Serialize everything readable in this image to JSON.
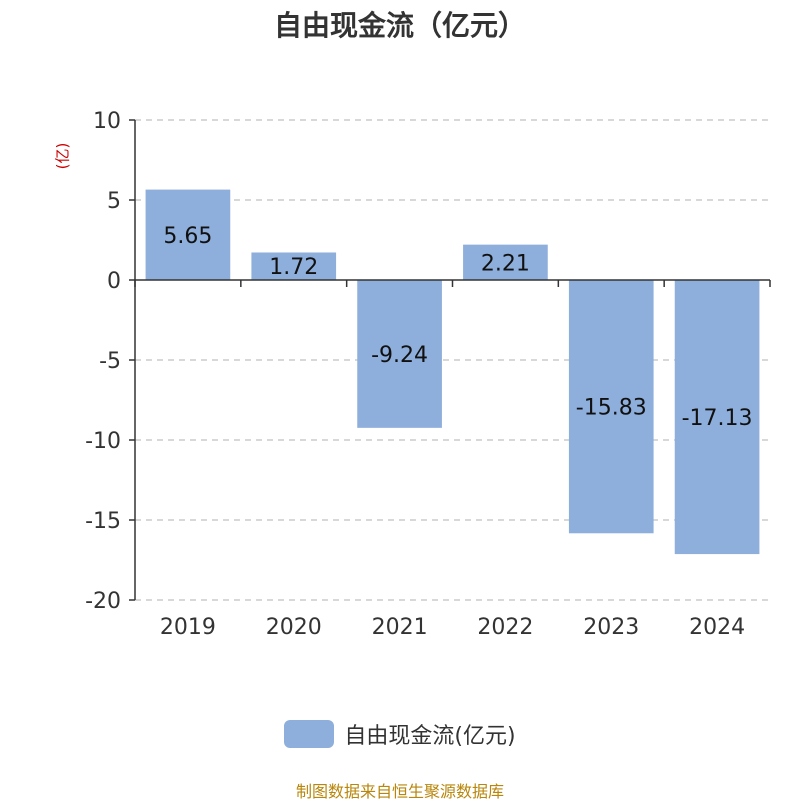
{
  "colors": {
    "bar": "#8eaedb",
    "axis": "#333333",
    "grid": "#cccccc",
    "unit": "#cc0000",
    "footer": "#b8860b"
  },
  "chart_data": {
    "type": "bar",
    "title": "自由现金流（亿元）",
    "y_unit": "(亿)",
    "categories": [
      "2019",
      "2020",
      "2021",
      "2022",
      "2023",
      "2024"
    ],
    "series": [
      {
        "name": "自由现金流(亿元)",
        "values": [
          5.65,
          1.72,
          -9.24,
          2.21,
          -15.83,
          -17.13
        ],
        "labels": [
          "5.65",
          "1.72",
          "-9.24",
          "2.21",
          "-15.83",
          "-17.13"
        ]
      }
    ],
    "ylim": [
      -20,
      10
    ],
    "yticks": [
      10,
      5,
      0,
      -5,
      -10,
      -15,
      -20
    ],
    "grid": true,
    "legend_position": "bottom"
  },
  "footer": "制图数据来自恒生聚源数据库"
}
